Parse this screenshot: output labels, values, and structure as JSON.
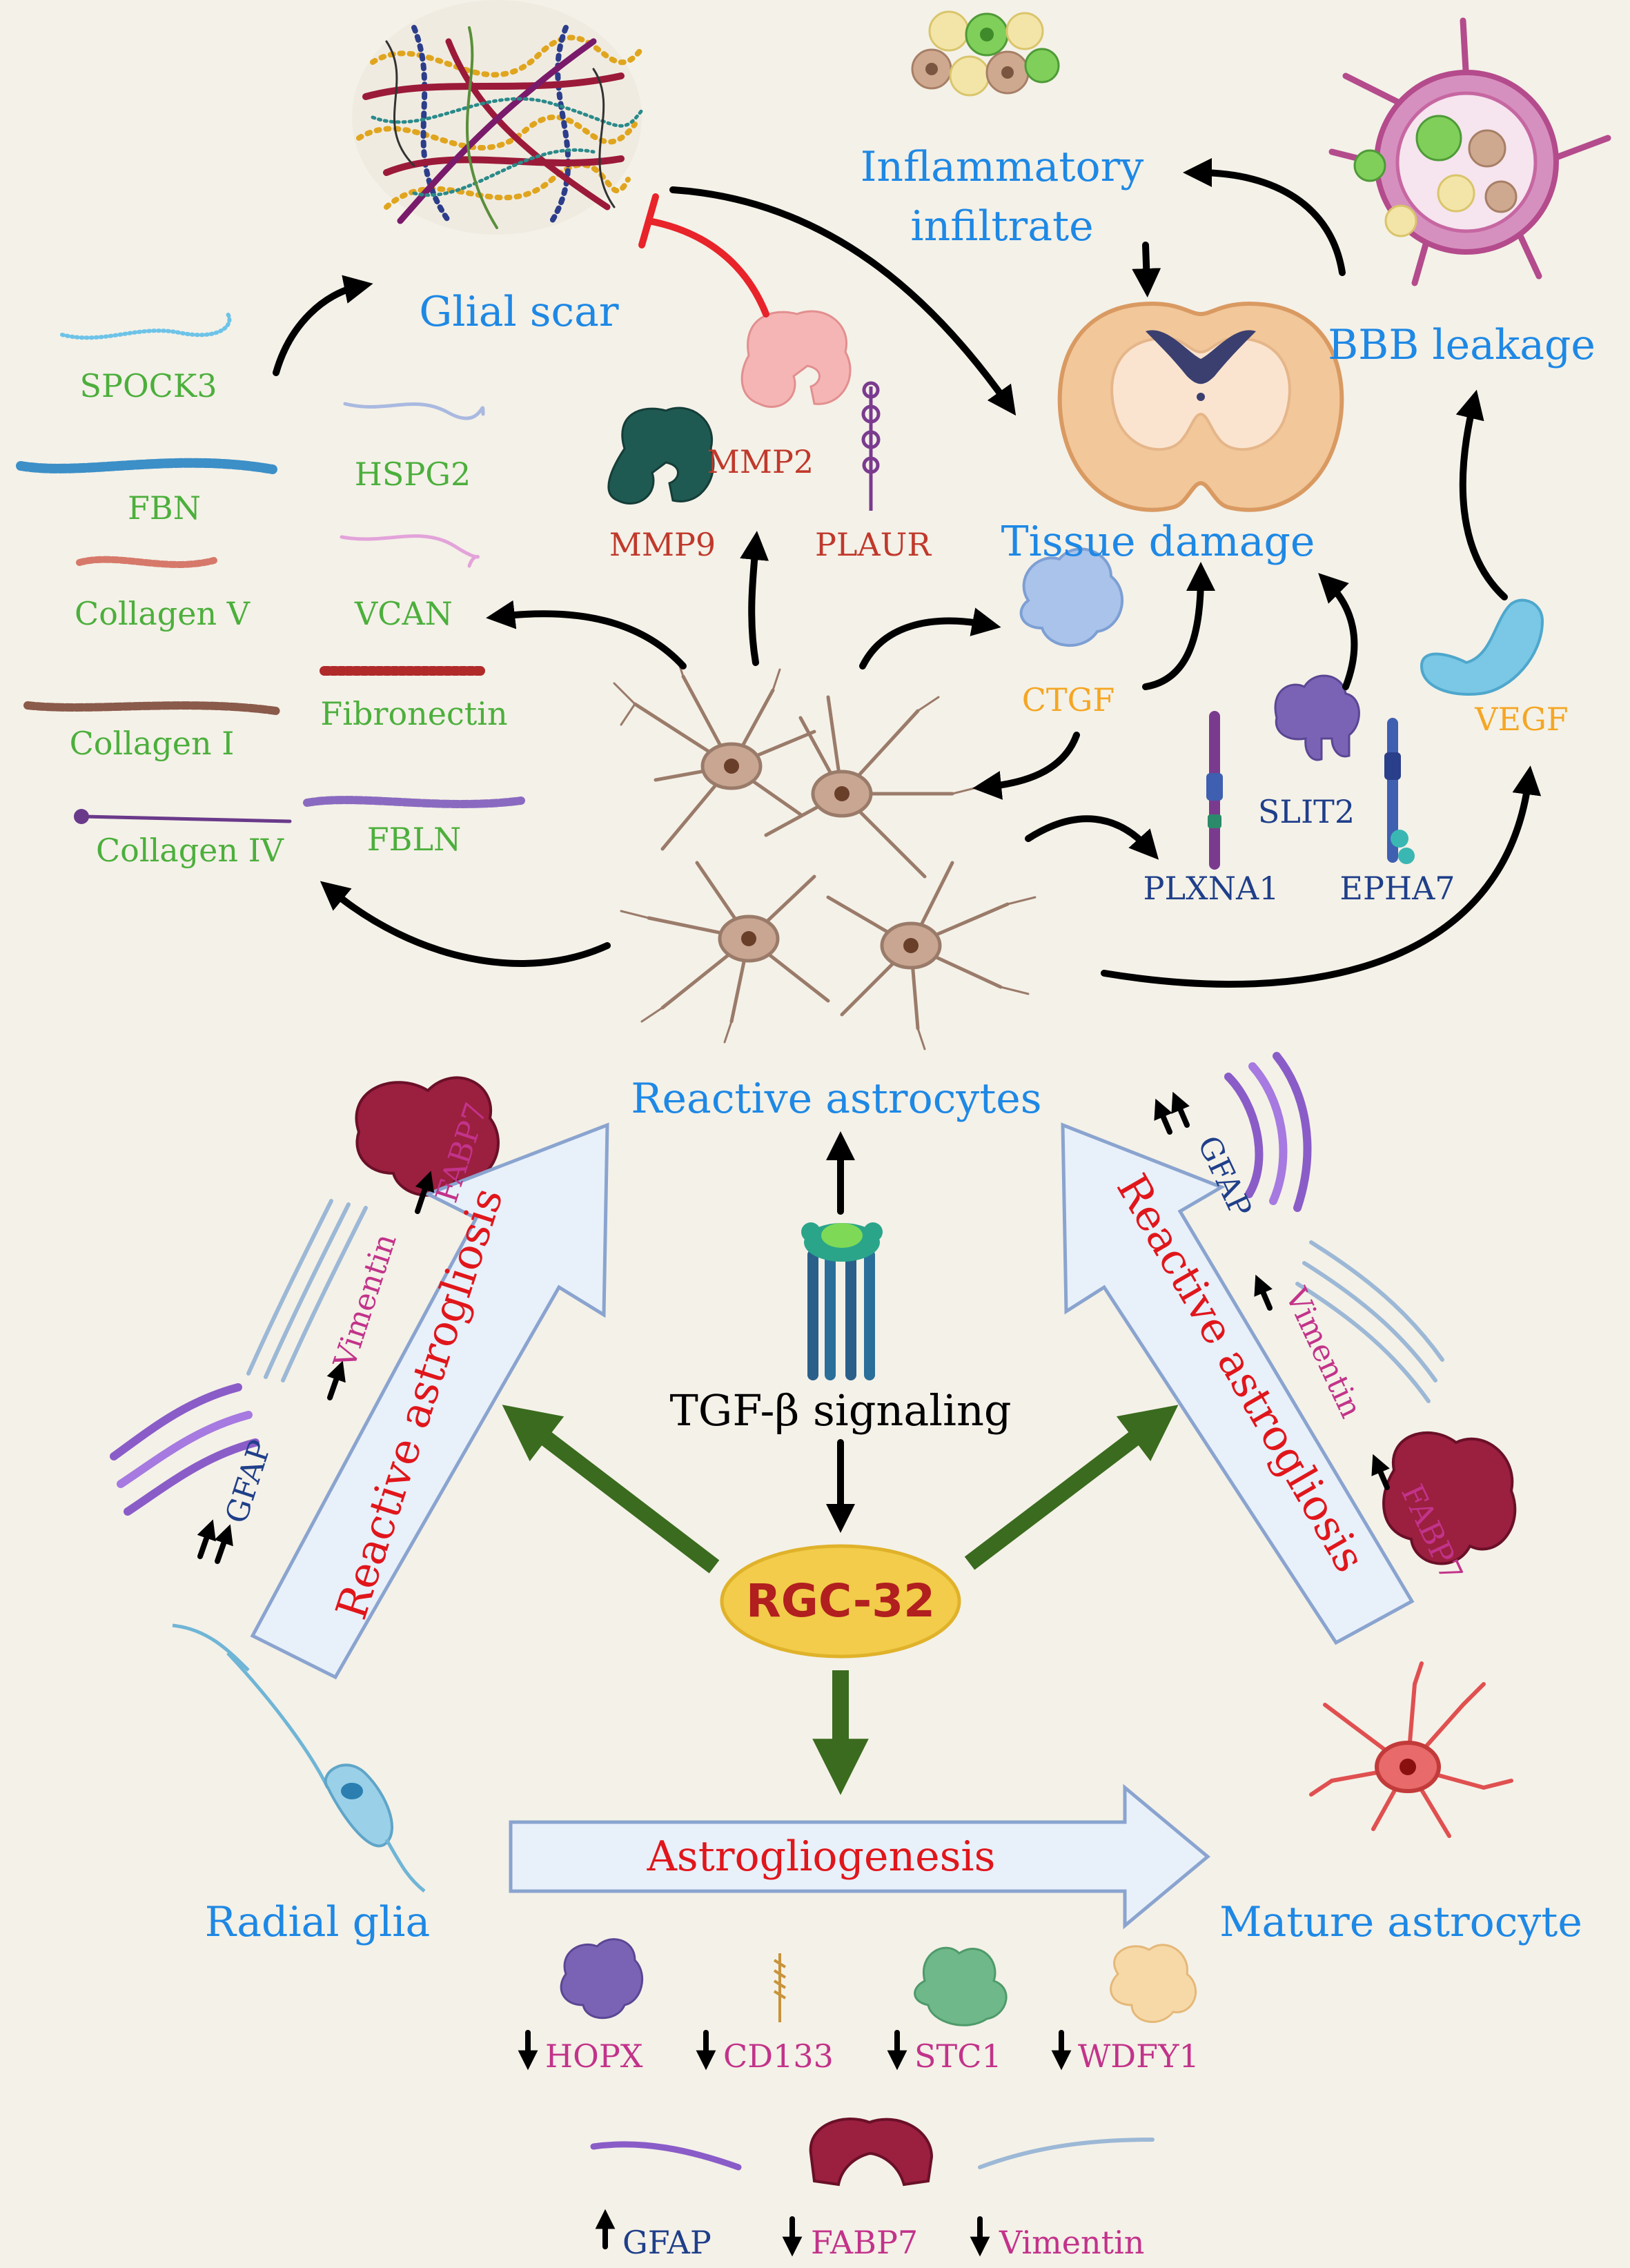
{
  "colors": {
    "background": "#f4f1e8",
    "cell_label": "#1e88e5",
    "ecm_label": "#4caf3c",
    "enzyme_label": "#c0392b",
    "growth_factor_label": "#f5a623",
    "receptor_label": "#1f3f8a",
    "marker_label": "#c2338a",
    "process_red": "#e0161b",
    "arrow_black": "#000000",
    "arrow_green": "#3a6b1e",
    "inhibit_red": "#e8232a",
    "rgc_fill": "#f2cc4a",
    "rgc_text": "#b11f1f",
    "big_arrow_fill": "#e8f0fa",
    "big_arrow_stroke": "#8aa4cf"
  },
  "nodes": {
    "glial_scar": "Glial scar",
    "inflammatory_infiltrate_line1": "Inflammatory",
    "inflammatory_infiltrate_line2": "infiltrate",
    "bbb_leakage": "BBB leakage",
    "tissue_damage": "Tissue damage",
    "reactive_astrocytes": "Reactive astrocytes",
    "tgf_signaling": "TGF-β signaling",
    "rgc32": "RGC-32",
    "radial_glia": "Radial glia",
    "mature_astrocyte": "Mature astrocyte",
    "astrogliogenesis": "Astrogliogenesis",
    "reactive_astrogliosis_left": "Reactive astrogliosis",
    "reactive_astrogliosis_right": "Reactive astrogliosis"
  },
  "ecm": {
    "spock3": "SPOCK3",
    "fbn": "FBN",
    "collagen_v": "Collagen V",
    "collagen_i": "Collagen I",
    "collagen_iv": "Collagen IV",
    "hspg2": "HSPG2",
    "vcan": "VCAN",
    "fibronectin": "Fibronectin",
    "fbln": "FBLN"
  },
  "enzymes": {
    "mmp2": "MMP2",
    "mmp9": "MMP9",
    "plaur": "PLAUR"
  },
  "factors": {
    "ctgf": "CTGF",
    "vegf": "VEGF"
  },
  "receptors": {
    "slit2": "SLIT2",
    "plxna1": "PLXNA1",
    "epha7": "EPHA7"
  },
  "markers_left": {
    "fabp7": "FABP7",
    "vimentin": "Vimentin",
    "gfap": "GFAP"
  },
  "markers_right": {
    "gfap": "GFAP",
    "vimentin": "Vimentin",
    "fabp7": "FABP7"
  },
  "markers_bottom": {
    "hopx": "HOPX",
    "cd133": "CD133",
    "stc1": "STC1",
    "wdfy1": "WDFY1",
    "gfap": "GFAP",
    "fabp7": "FABP7",
    "vimentin": "Vimentin"
  },
  "marker_direction": {
    "up_single": "up",
    "up_double": "up-up",
    "down_single": "down"
  }
}
